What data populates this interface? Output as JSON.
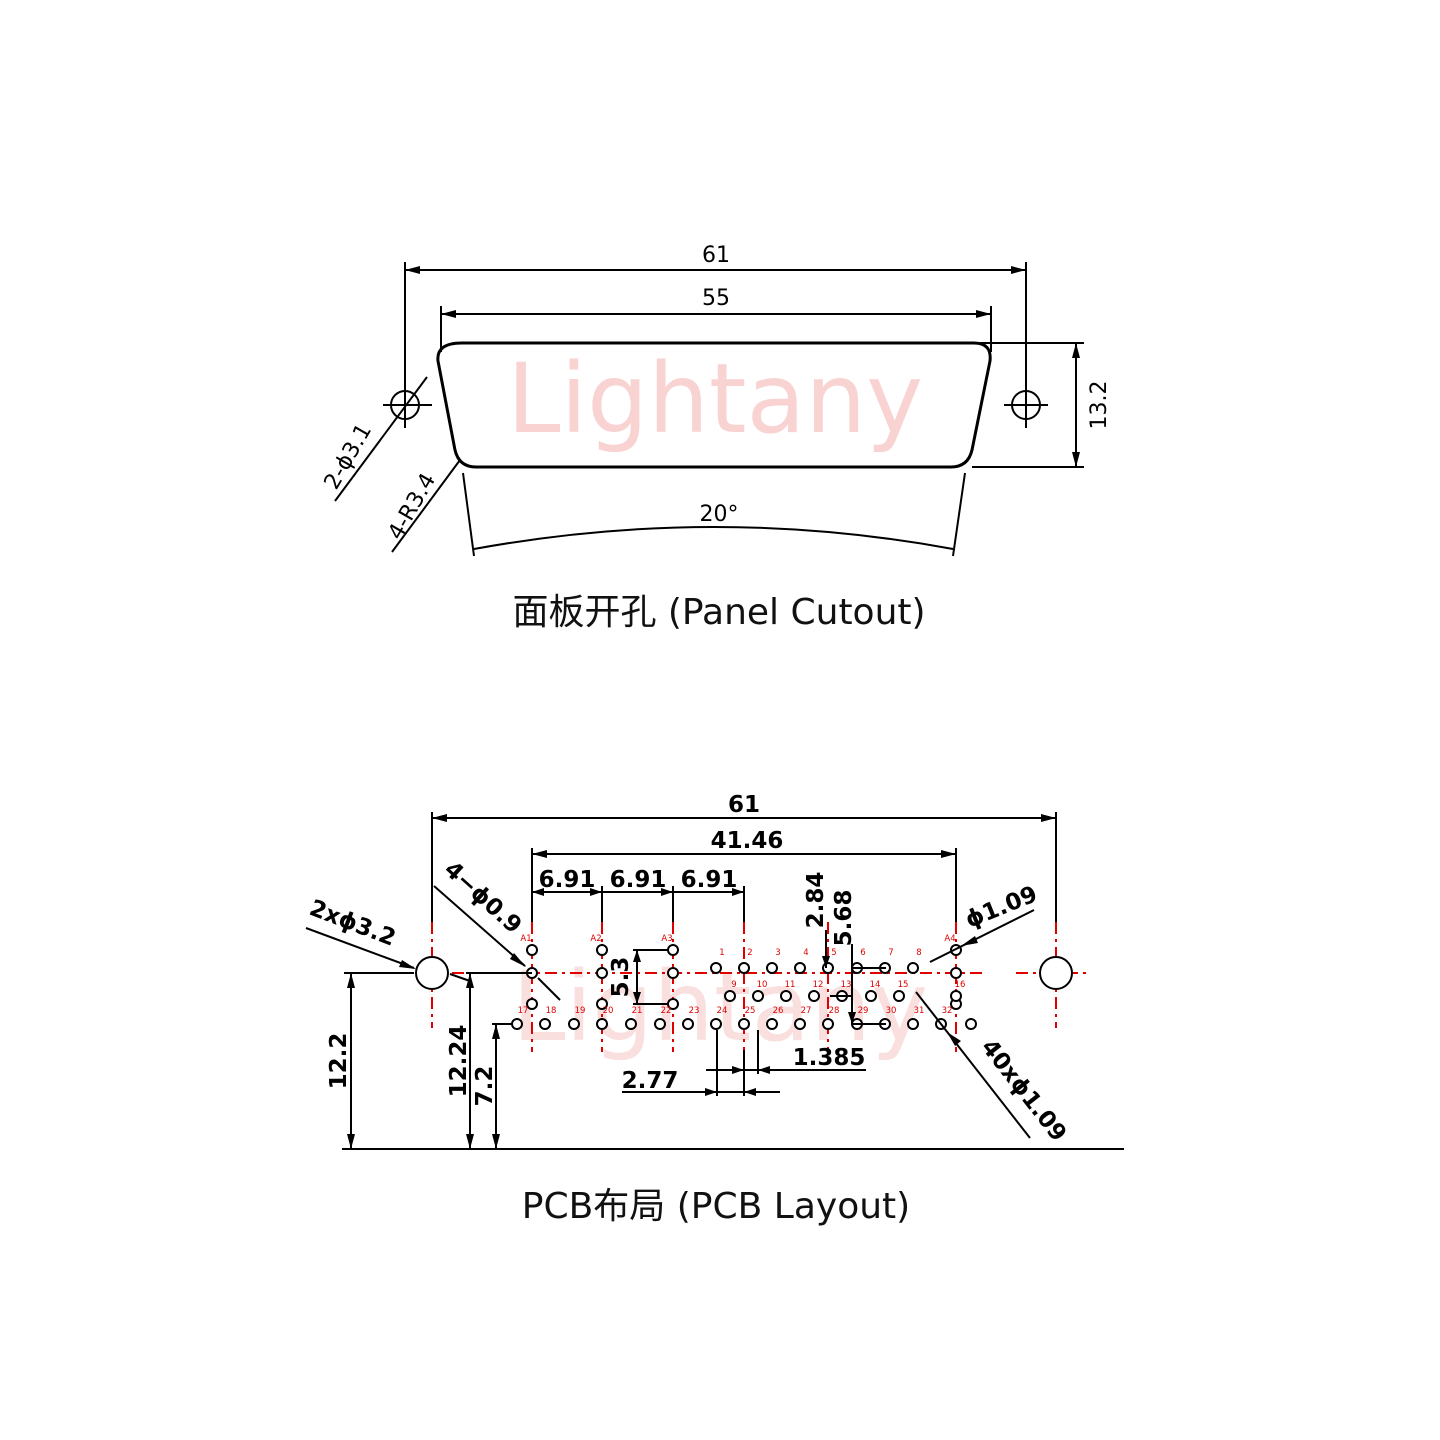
{
  "brand": {
    "watermark": "Lightany",
    "watermark_color": "#f9d2d2"
  },
  "colors": {
    "line": "#000000",
    "centerline": "#e00000",
    "pin_label": "#e00000"
  },
  "panel_cutout": {
    "caption": "面板开孔 (Panel Cutout)",
    "dim_overall_width": "61",
    "dim_shell_width": "55",
    "dim_height": "13.2",
    "dim_angle": "20°",
    "callout_mount_holes": "2-ϕ3.1",
    "callout_corner_radius": "4-R3.4"
  },
  "pcb_layout": {
    "caption": "PCB布局 (PCB Layout)",
    "dim_overall_width": "61",
    "dim_contact_span": "41.46",
    "dim_pitch_1": "6.91",
    "dim_pitch_2": "6.91",
    "dim_pitch_3": "6.91",
    "dim_row_offset_a": "2.84",
    "dim_row_offset_b": "5.68",
    "dim_vertical_53": "5.3",
    "dim_pin_pitch": "2.77",
    "dim_half_pitch": "1.385",
    "dim_height_122": "12.2",
    "dim_height_1224": "12.24",
    "dim_height_72": "7.2",
    "callout_mount_holes": "2xϕ3.2",
    "callout_coax_holes": "4−ϕ0.9",
    "callout_coax_pad": "ϕ1.09",
    "callout_signal_holes": "40xϕ1.09",
    "coax_labels": [
      "A1",
      "A2",
      "A3",
      "A4"
    ],
    "row1_labels": [
      "1",
      "2",
      "3",
      "4",
      "5",
      "6",
      "7",
      "8"
    ],
    "row2_labels": [
      "9",
      "10",
      "11",
      "12",
      "13",
      "14",
      "15",
      "16"
    ],
    "row3_labels": [
      "17",
      "18",
      "19",
      "20",
      "21",
      "22",
      "23",
      "24",
      "25",
      "26",
      "27",
      "28",
      "29",
      "30",
      "31",
      "32"
    ]
  }
}
